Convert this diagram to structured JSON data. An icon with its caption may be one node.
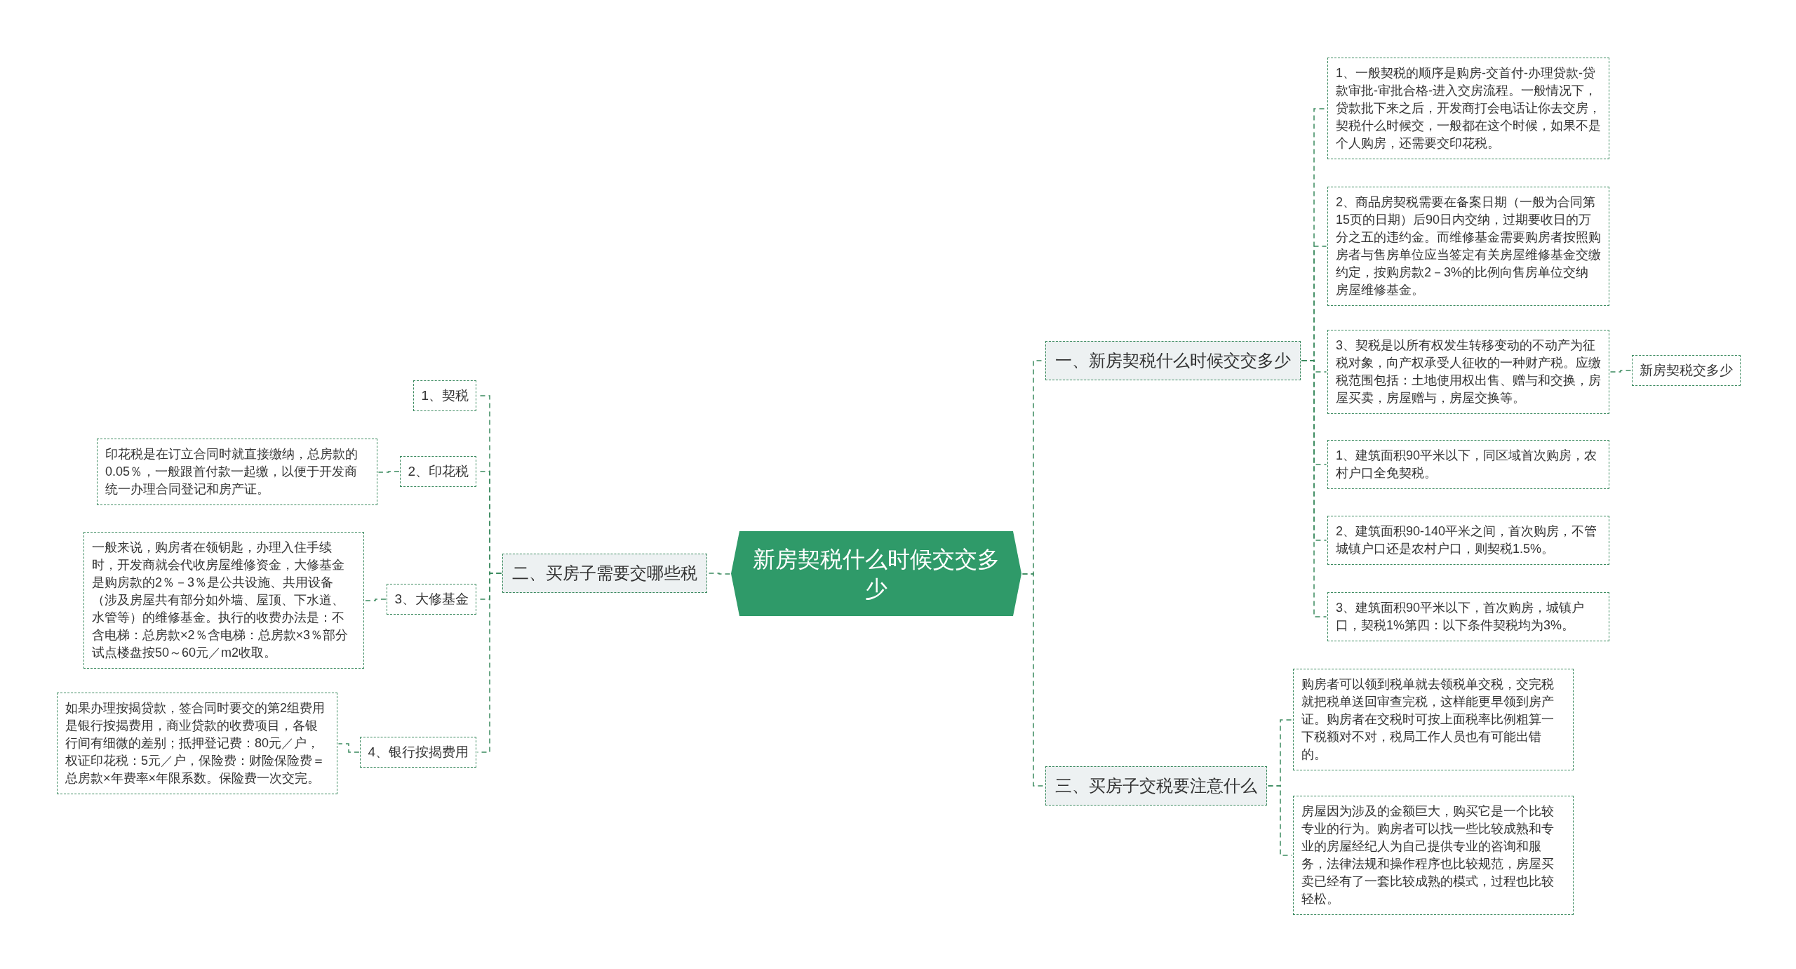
{
  "diagram": {
    "nodes": [
      {
        "text": [
          "新房契税什么时候交交多少"
        ]
      },
      {
        "text": [
          "二、买房子需要交哪些税"
        ]
      },
      {
        "text": [
          "1、契税"
        ]
      },
      {
        "text": [
          "2、印花税"
        ]
      },
      {
        "text": [
          "印花税是在订立合同时就直接缴纳，总房款的0.05％，一般跟首付款一起缴，以便于开发商统一办理合同登记和房产证。"
        ]
      },
      {
        "text": [
          "3、大修基金"
        ]
      },
      {
        "text": [
          "一般来说，购房者在领钥匙，办理入住手续时，开发商就会代收房屋维修资金，大修基金是购房款的2％－3％是公共设施、共用设备（涉及房屋共有部分如外墙、屋顶、下水道、水管等）的维修基金。执行的收费办法是：不含电梯：总房款×2％含电梯：总房款×3％部分试点楼盘按50～60元／m2收取。"
        ]
      },
      {
        "text": [
          "4、银行按揭费用"
        ]
      },
      {
        "text": [
          "如果办理按揭贷款，签合同时要交的第2组费用是银行按揭费用，商业贷款的收费项目，各银行间有细微的差别；抵押登记费：80元／户，权证印花税：5元／户，保险费：财险保险费＝总房款×年费率×年限系数。保险费一次交完。"
        ]
      },
      {
        "text": [
          "一、新房契税什么时候交交多少"
        ]
      },
      {
        "text": [
          "1、一般契税的顺序是购房-交首付-办理贷款-贷款审批-审批合格-进入交房流程。一般情况下，贷款批下来之后，开发商打会电话让你去交房，契税什么时候交，一般都在这个时候，如果不是个人购房，还需要交印花税。"
        ]
      },
      {
        "text": [
          "2、商品房契税需要在备案日期（一般为合同第15页的日期）后90日内交纳，过期要收日的万分之五的违约金。而维修基金需要购房者按照购房者与售房单位应当签定有关房屋维修基金交缴约定，按购房款2－3%的比例向售房单位交纳房屋维修基金。"
        ]
      },
      {
        "text": [
          "3、契税是以所有权发生转移变动的不动产为征税对象，向产权承受人征收的一种财产税。应缴税范围包括：土地使用权出售、赠与和交换，房屋买卖，房屋赠与，房屋交换等。"
        ]
      },
      {
        "text": [
          "1、建筑面积90平米以下，同区域首次购房，农村户口全免契税。"
        ]
      },
      {
        "text": [
          "2、建筑面积90-140平米之间，首次购房，不管城镇户口还是农村户口，则契税1.5%。"
        ]
      },
      {
        "text": [
          "3、建筑面积90平米以下，首次购房，城镇户口，契税1%第四：以下条件契税均为3%。"
        ]
      },
      {
        "text": [
          "新房契税交多少"
        ]
      },
      {
        "text": [
          "三、买房子交税要注意什么"
        ]
      },
      {
        "text": [
          "购房者可以领到税单就去领税单交税，交完税就把税单送回审查完税，这样能更早领到房产证。购房者在交税时可按上面税率比例粗算一下税额对不对，税局工作人员也有可能出错的。"
        ]
      },
      {
        "text": [
          "房屋因为涉及的金额巨大，购买它是一个比较专业的行为。购房者可以找一些比较成熟和专业的房屋经纪人为自己提供专业的咨询和服务，法律法规和操作程序也比较规范，房屋买卖已经有了一套比较成熟的模式，过程也比较轻松。"
        ]
      }
    ],
    "edges": [
      {
        "from": 0,
        "to": 1,
        "arrow": "none",
        "style": "dashed"
      },
      {
        "from": 1,
        "to": 2,
        "arrow": "none",
        "style": "dashed"
      },
      {
        "from": 1,
        "to": 3,
        "arrow": "none",
        "style": "dashed"
      },
      {
        "from": 3,
        "to": 4,
        "arrow": "none",
        "style": "dashed"
      },
      {
        "from": 1,
        "to": 5,
        "arrow": "none",
        "style": "dashed"
      },
      {
        "from": 5,
        "to": 6,
        "arrow": "none",
        "style": "dashed"
      },
      {
        "from": 1,
        "to": 7,
        "arrow": "none",
        "style": "dashed"
      },
      {
        "from": 7,
        "to": 8,
        "arrow": "none",
        "style": "dashed"
      },
      {
        "from": 0,
        "to": 9,
        "arrow": "none",
        "style": "dashed"
      },
      {
        "from": 9,
        "to": 10,
        "arrow": "none",
        "style": "dashed"
      },
      {
        "from": 9,
        "to": 11,
        "arrow": "none",
        "style": "dashed"
      },
      {
        "from": 9,
        "to": 12,
        "arrow": "none",
        "style": "dashed"
      },
      {
        "from": 9,
        "to": 13,
        "arrow": "none",
        "style": "dashed"
      },
      {
        "from": 9,
        "to": 14,
        "arrow": "none",
        "style": "dashed"
      },
      {
        "from": 9,
        "to": 15,
        "arrow": "none",
        "style": "dashed"
      },
      {
        "from": 12,
        "to": 16,
        "arrow": "none",
        "style": "dashed"
      },
      {
        "from": 0,
        "to": 17,
        "arrow": "none",
        "style": "dashed"
      },
      {
        "from": 17,
        "to": 18,
        "arrow": "none",
        "style": "dashed"
      },
      {
        "from": 17,
        "to": 19,
        "arrow": "none",
        "style": "dashed"
      }
    ]
  }
}
